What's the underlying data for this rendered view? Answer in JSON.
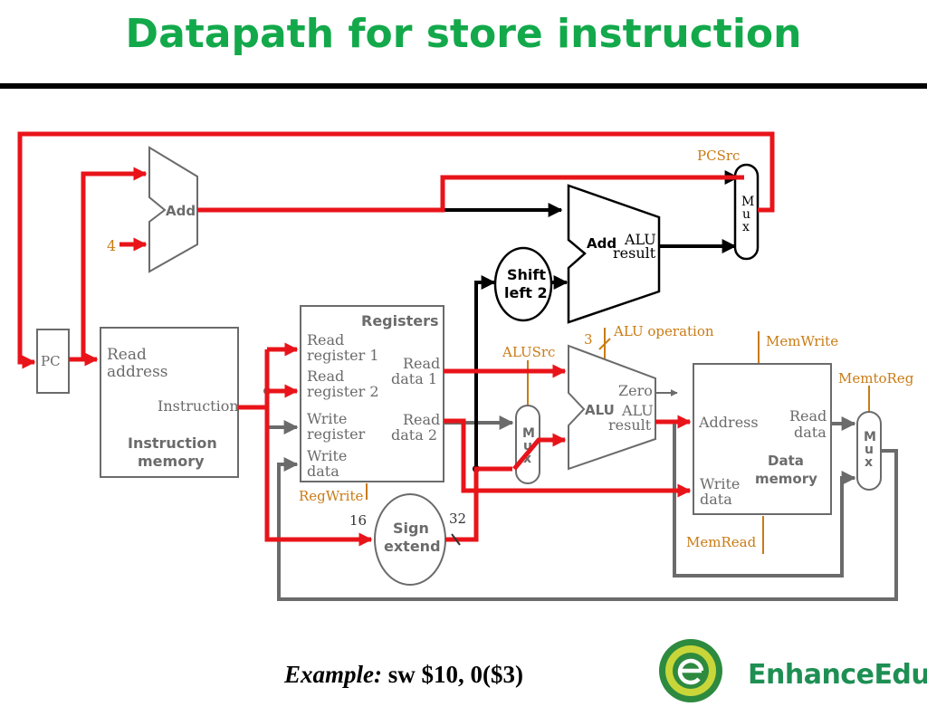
{
  "title": "Datapath for store instruction",
  "labels": {
    "pc": "PC",
    "add_top": "Add",
    "four": "4",
    "read_address_l1": "Read",
    "read_address_l2": "address",
    "instruction": "Instruction",
    "instruction_memory_l1": "Instruction",
    "instruction_memory_l2": "memory",
    "registers": "Registers",
    "read_register_1_l1": "Read",
    "read_register_1_l2": "register 1",
    "read_register_2_l1": "Read",
    "read_register_2_l2": "register 2",
    "write_register_l1": "Write",
    "write_register_l2": "register",
    "write_data_l1": "Write",
    "write_data_l2": "data",
    "read_data_1_l1": "Read",
    "read_data_1_l2": "data 1",
    "read_data_2_l1": "Read",
    "read_data_2_l2": "data 2",
    "regwrite": "RegWrite",
    "sixteen": "16",
    "thirtytwo": "32",
    "sign_extend_l1": "Sign",
    "sign_extend_l2": "extend",
    "shift_left_l1": "Shift",
    "shift_left_l2": "left 2",
    "add_branch": "Add",
    "alu_result_top_l1": "ALU",
    "alu_result_top_l2": "result",
    "pcsrc": "PCSrc",
    "mux_top_m": "M",
    "mux_top_u": "u",
    "mux_top_x": "x",
    "alusrc": "ALUSrc",
    "three": "3",
    "alu_operation": "ALU operation",
    "mux_mid_m": "M",
    "mux_mid_u": "u",
    "mux_mid_x": "x",
    "alu": "ALU",
    "zero": "Zero",
    "alu_result_l1": "ALU",
    "alu_result_l2": "result",
    "memwrite": "MemWrite",
    "memtoreg": "MemtoReg",
    "address": "Address",
    "read_data_dm_l1": "Read",
    "read_data_dm_l2": "data",
    "data_memory_l1": "Data",
    "data_memory_l2": "memory",
    "write_data_dm_l1": "Write",
    "write_data_dm_l2": "data",
    "memread": "MemRead",
    "mux_right_m": "M",
    "mux_right_u": "u",
    "mux_right_x": "x"
  },
  "example": {
    "prefix": "Example:",
    "instruction": "sw $10, 0($3)"
  },
  "logo": {
    "text": "EnhanceEdu"
  },
  "colors": {
    "title": "#13a94b",
    "highlight": "#e8141a",
    "control": "#c97b14",
    "wire": "#6b6b6b",
    "logo": "#1e8f53"
  }
}
